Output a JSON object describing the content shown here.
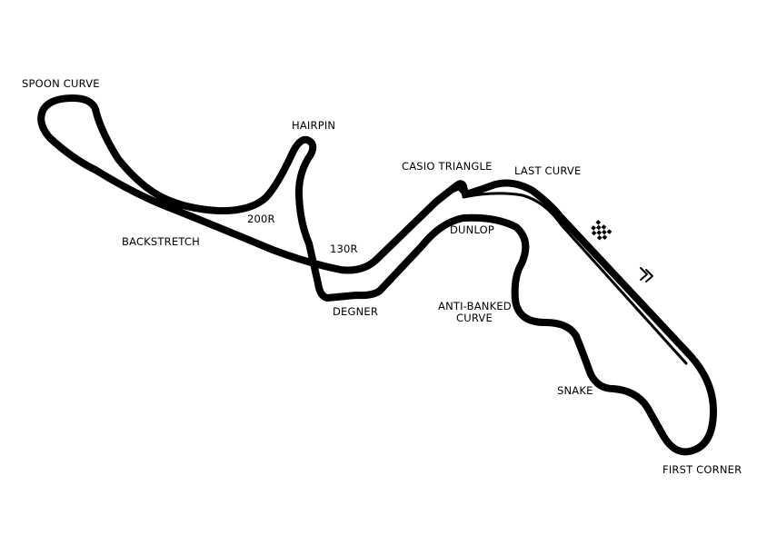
{
  "colors": {
    "track": "#000000",
    "background": "#ffffff"
  },
  "labels": {
    "spoon_curve": "SPOON CURVE",
    "hairpin": "HAIRPIN",
    "casio_triangle": "CASIO TRIANGLE",
    "last_curve": "LAST CURVE",
    "two_hundred_r": "200R",
    "backstretch": "BACKSTRETCH",
    "one_thirty_r": "130R",
    "dunlop": "DUNLOP",
    "degner": "DEGNER",
    "anti_banked_line1": "ANTI-BANKED",
    "anti_banked_line2": "CURVE",
    "snake": "SNAKE",
    "first_corner": "FIRST CORNER"
  },
  "icons": {
    "start_finish": "checkered-flag-icon",
    "direction": "direction-chevrons-icon"
  }
}
